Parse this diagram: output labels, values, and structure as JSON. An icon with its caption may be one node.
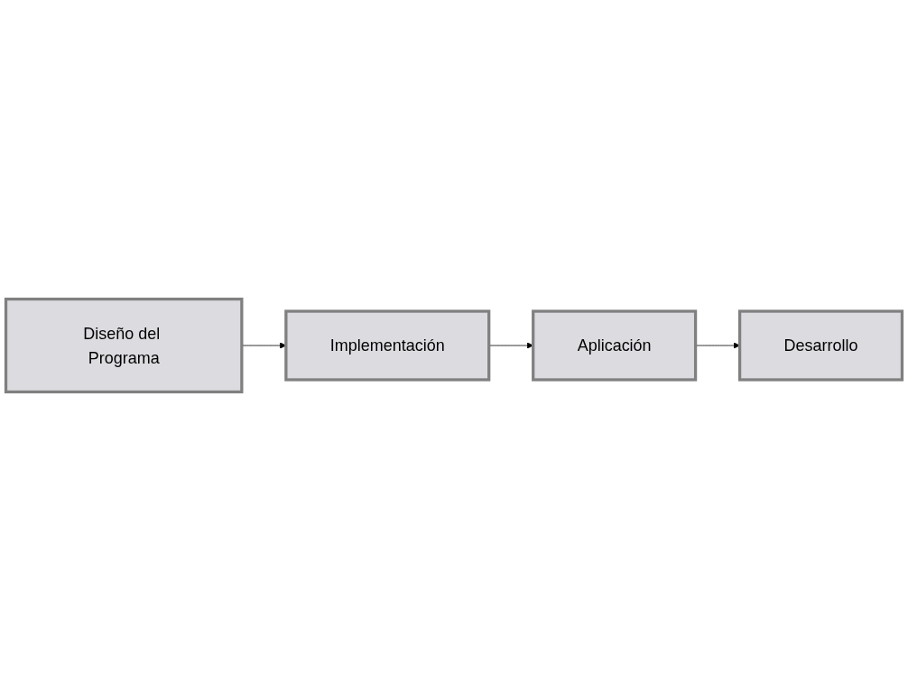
{
  "diagram": {
    "nodes": [
      {
        "text": [
          "Diseño del Programa"
        ]
      },
      {
        "text": [
          "Implementación"
        ]
      },
      {
        "text": [
          "Aplicación"
        ]
      },
      {
        "text": [
          "Desarrollo"
        ]
      }
    ],
    "edges": [
      {
        "from": 0,
        "to": 1,
        "arrow": "to"
      },
      {
        "from": 1,
        "to": 2,
        "arrow": "to"
      },
      {
        "from": 2,
        "to": 3,
        "arrow": "to"
      }
    ]
  }
}
